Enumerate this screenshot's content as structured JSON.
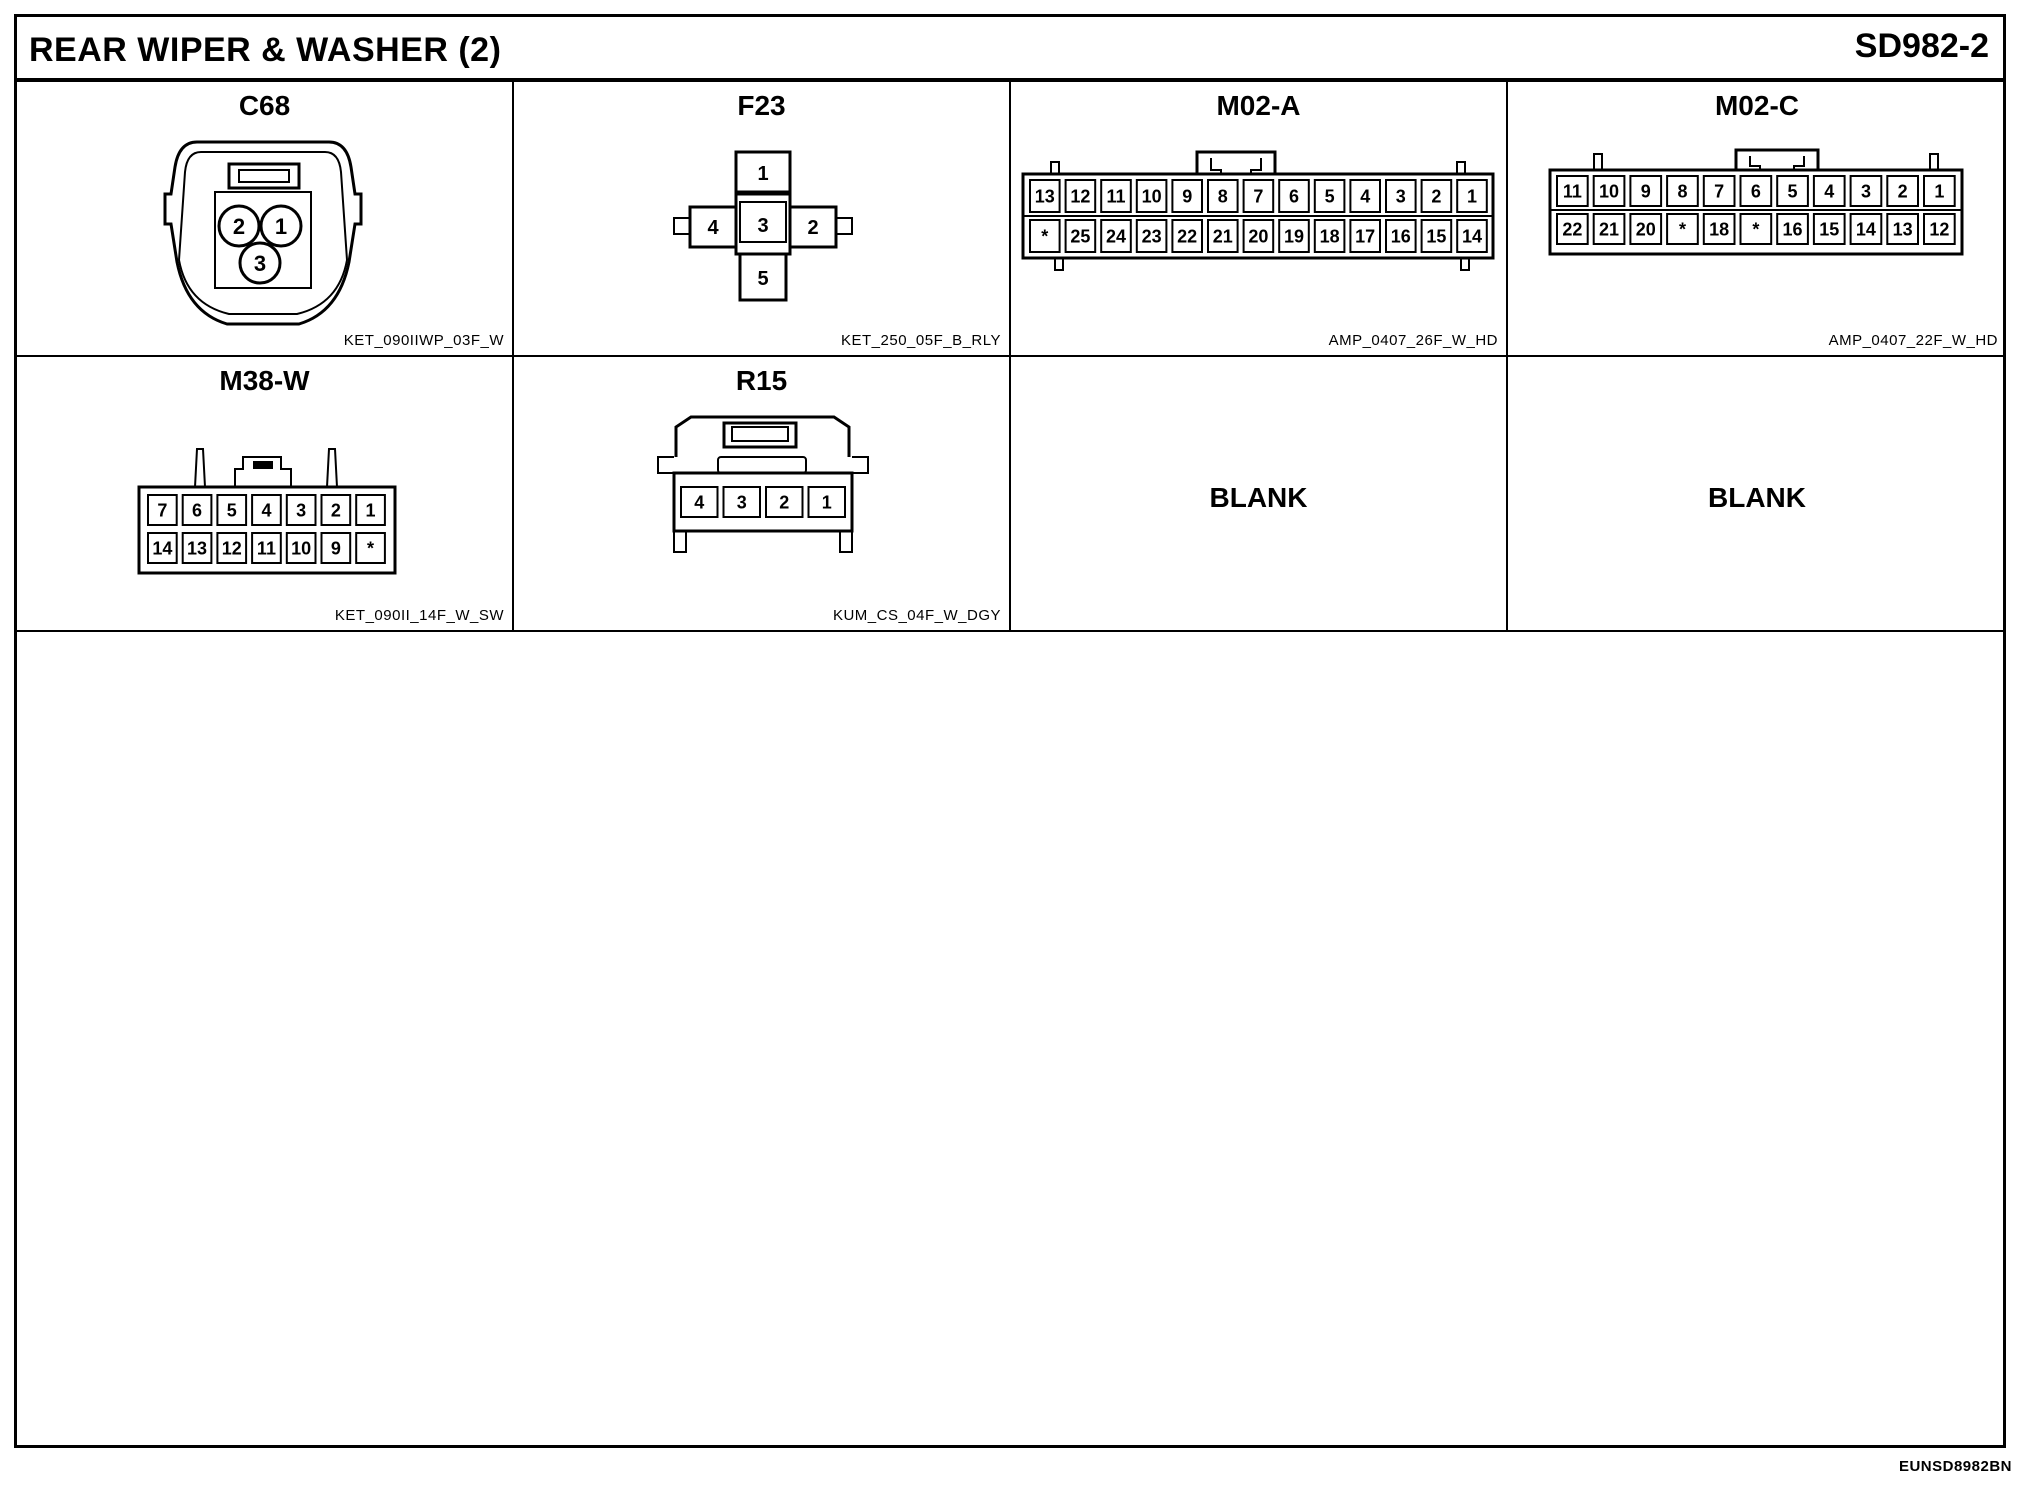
{
  "header": {
    "title": "REAR WIPER & WASHER (2)",
    "code": "SD982-2"
  },
  "connectors": [
    {
      "id": "C68",
      "part": "KET_090IIWP_03F_W",
      "pins": [
        "2",
        "1",
        "3"
      ]
    },
    {
      "id": "F23",
      "part": "KET_250_05F_B_RLY",
      "pins": [
        "1",
        "4",
        "3",
        "2",
        "5"
      ]
    },
    {
      "id": "M02-A",
      "part": "AMP_0407_26F_W_HD",
      "rows": [
        [
          "13",
          "12",
          "11",
          "10",
          "9",
          "8",
          "7",
          "6",
          "5",
          "4",
          "3",
          "2",
          "1"
        ],
        [
          "*",
          "25",
          "24",
          "23",
          "22",
          "21",
          "20",
          "19",
          "18",
          "17",
          "16",
          "15",
          "14"
        ]
      ]
    },
    {
      "id": "M02-C",
      "part": "AMP_0407_22F_W_HD",
      "rows": [
        [
          "11",
          "10",
          "9",
          "8",
          "7",
          "6",
          "5",
          "4",
          "3",
          "2",
          "1"
        ],
        [
          "22",
          "21",
          "20",
          "*",
          "18",
          "*",
          "16",
          "15",
          "14",
          "13",
          "12"
        ]
      ]
    },
    {
      "id": "M38-W",
      "part": "KET_090II_14F_W_SW",
      "rows": [
        [
          "7",
          "6",
          "5",
          "4",
          "3",
          "2",
          "1"
        ],
        [
          "14",
          "13",
          "12",
          "11",
          "10",
          "9",
          "*"
        ]
      ]
    },
    {
      "id": "R15",
      "part": "KUM_CS_04F_W_DGY",
      "pins": [
        "4",
        "3",
        "2",
        "1"
      ]
    }
  ],
  "blank_cells": [
    "BLANK",
    "BLANK"
  ],
  "footer": {
    "code": "EUNSD8982BN"
  }
}
